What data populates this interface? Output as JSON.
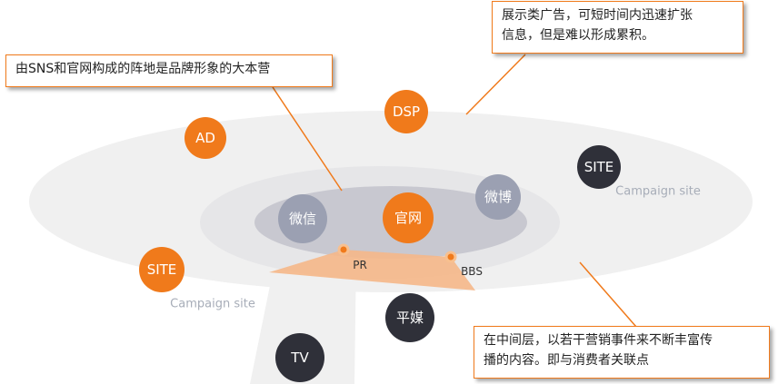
{
  "callouts": {
    "top_left": {
      "text": "由SNS和官网构成的阵地是品牌形象的大本营"
    },
    "top_right": {
      "line1": "展示类广告，可短时间内迅速扩张",
      "line2": "信息，但是难以形成累积。"
    },
    "bottom_right": {
      "line1": "在中间层，以若干营销事件来不断丰富传",
      "line2": "播的内容。即与消费者关联点"
    }
  },
  "nodes": {
    "dsp": "DSP",
    "ad": "AD",
    "site_right": "SITE",
    "site_left": "SITE",
    "weixin": "微信",
    "guanwang": "官网",
    "weibo": "微博",
    "pingmei": "平媒",
    "tv": "TV"
  },
  "labels": {
    "pr": "PR",
    "bbs": "BBS",
    "campaign_right": "Campaign site",
    "campaign_left": "Campaign site"
  },
  "colors": {
    "orange": "#f07a1b",
    "dark": "#2f3039",
    "gray_node": "#9ba0b2",
    "ring_outer": "#f0f0f0",
    "ring_inner": "#c8c8d0",
    "ring_mid": "#e6e6e8",
    "wedge": "#f5b788"
  }
}
